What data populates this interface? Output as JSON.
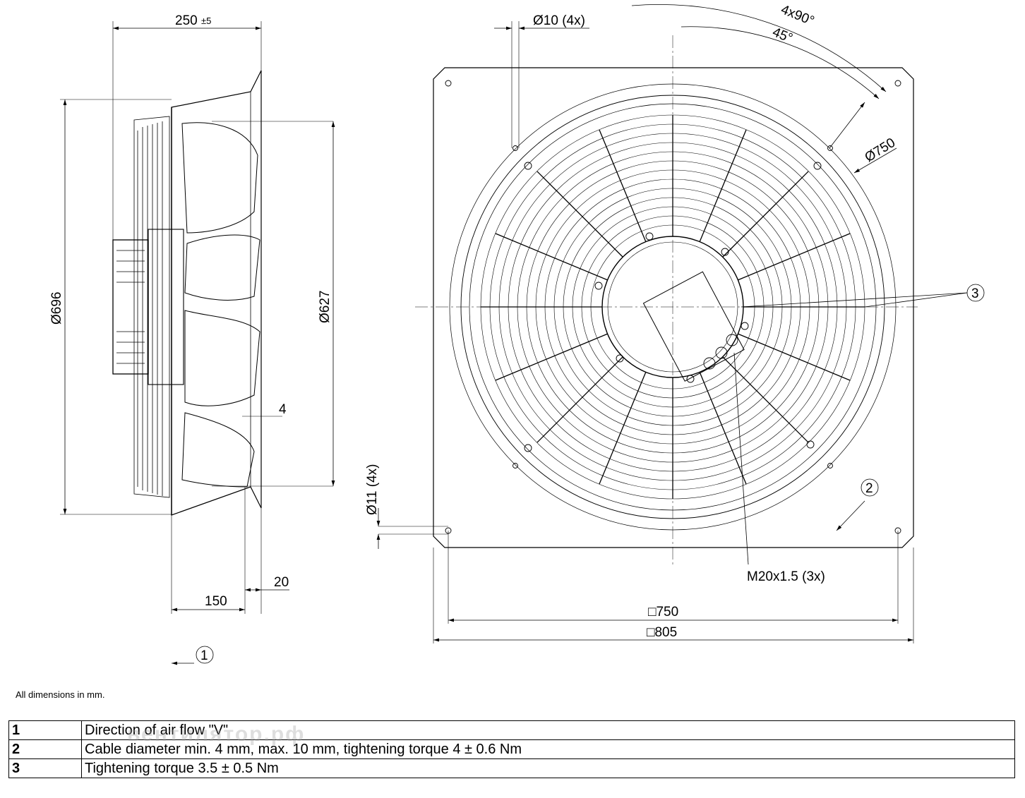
{
  "side_view": {
    "dims": {
      "width": "250",
      "width_tol": "±5",
      "outer_dia": "Ø696",
      "inner_dia": "Ø627",
      "flange": "4",
      "depth_150": "150",
      "depth_20": "20"
    },
    "callout_1": "1"
  },
  "front_view": {
    "dims": {
      "holes_top": "Ø10 (4x)",
      "angle_4x90": "4x90°",
      "angle_45": "45°",
      "dia_750": "Ø750",
      "holes_side": "Ø11 (4x)",
      "thread": "M20x1.5 (3x)",
      "square_750": "□750",
      "square_805": "□805"
    },
    "callout_2": "2",
    "callout_3": "3"
  },
  "footnote": "All dimensions in mm.",
  "watermark": "вентилятор.рф",
  "legend": [
    {
      "num": "1",
      "text": "Direction of air flow \"V\""
    },
    {
      "num": "2",
      "text": "Cable diameter min. 4 mm, max. 10 mm, tightening torque 4 ± 0.6 Nm"
    },
    {
      "num": "3",
      "text": "Tightening torque 3.5 ± 0.5 Nm"
    }
  ]
}
